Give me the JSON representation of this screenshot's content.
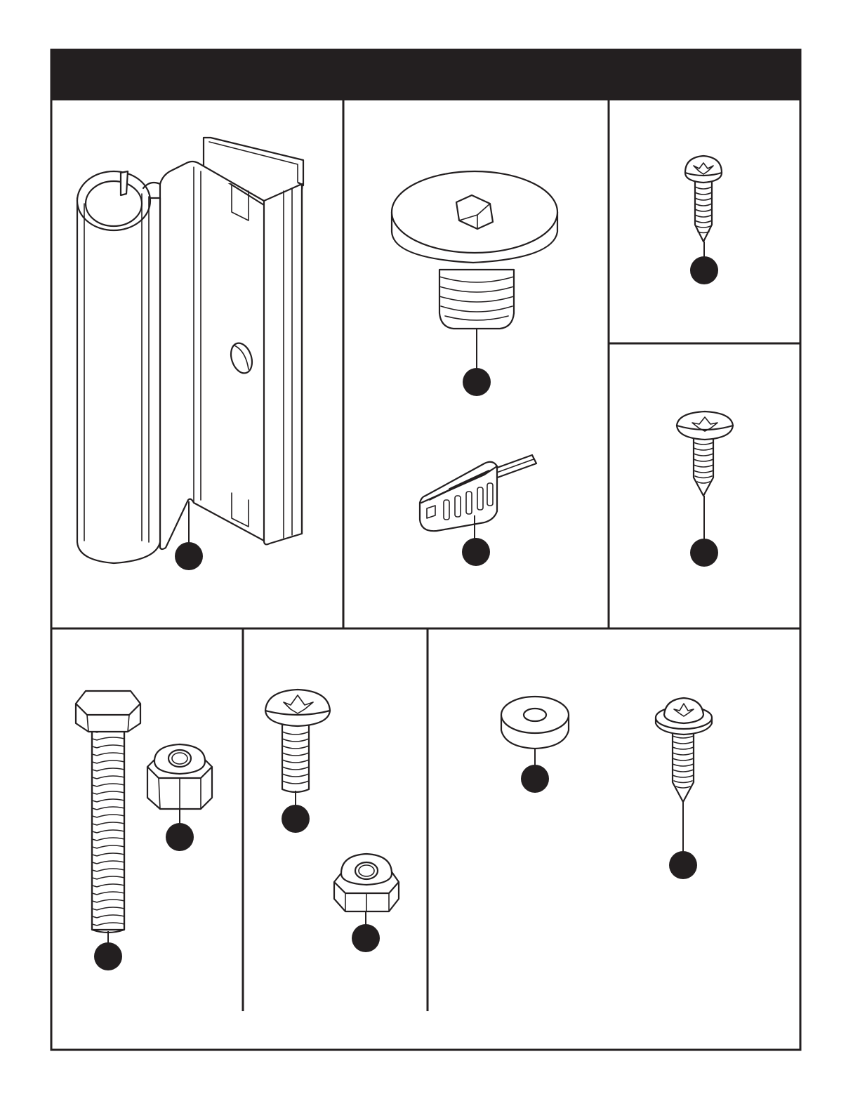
{
  "header": {
    "title": "",
    "color": "#231f20"
  },
  "parts": [
    {
      "id": "bracket",
      "icon": "hinge-bracket-icon",
      "label": ""
    },
    {
      "id": "socket-cap-screw",
      "icon": "socket-head-screw-icon",
      "label": ""
    },
    {
      "id": "hex-key",
      "icon": "hex-key-wrench-icon",
      "label": ""
    },
    {
      "id": "small-pan-screw",
      "icon": "pan-head-wood-screw-icon",
      "label": ""
    },
    {
      "id": "truss-screw",
      "icon": "truss-head-wood-screw-icon",
      "label": ""
    },
    {
      "id": "hex-bolt",
      "icon": "hex-bolt-icon",
      "label": ""
    },
    {
      "id": "lock-nut-a",
      "icon": "nylon-lock-nut-icon",
      "label": ""
    },
    {
      "id": "machine-screw",
      "icon": "pan-head-machine-screw-icon",
      "label": ""
    },
    {
      "id": "lock-nut-b",
      "icon": "nylon-lock-nut-icon",
      "label": ""
    },
    {
      "id": "washer",
      "icon": "washer-icon",
      "label": ""
    },
    {
      "id": "washer-screw",
      "icon": "washer-head-screw-icon",
      "label": ""
    }
  ]
}
